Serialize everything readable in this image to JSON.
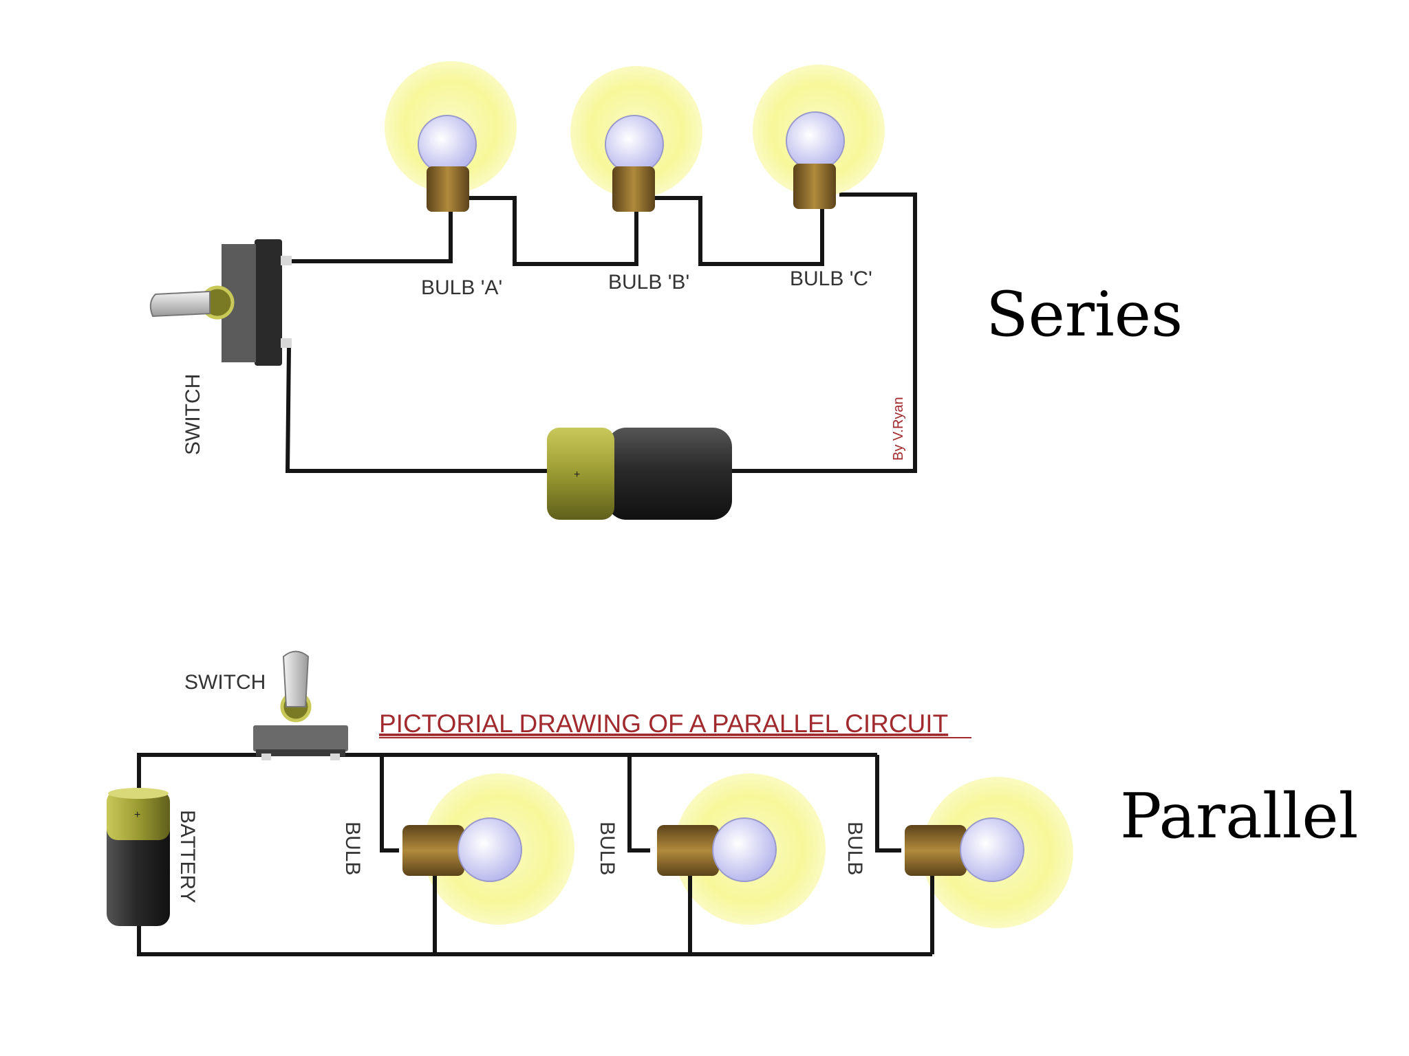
{
  "series": {
    "heading": "Series",
    "bulb_labels": [
      "BULB 'A'",
      "BULB 'B'",
      "BULB 'C'"
    ],
    "switch_label": "SWITCH",
    "credit": "By V.Ryan"
  },
  "parallel": {
    "heading": "Parallel",
    "title": "PICTORIAL DRAWING OF A PARALLEL CIRCUIT",
    "switch_label": "SWITCH",
    "battery_label": "BATTERY",
    "bulb_labels": [
      "BULB",
      "BULB",
      "BULB"
    ]
  },
  "colors": {
    "glow": "#f7f7a0",
    "brass": "#8c6a2a",
    "battery_cap": "#9a9a32",
    "battery_body": "#2b2b2b",
    "title_red": "#a12a2e",
    "wire": "#151515"
  }
}
